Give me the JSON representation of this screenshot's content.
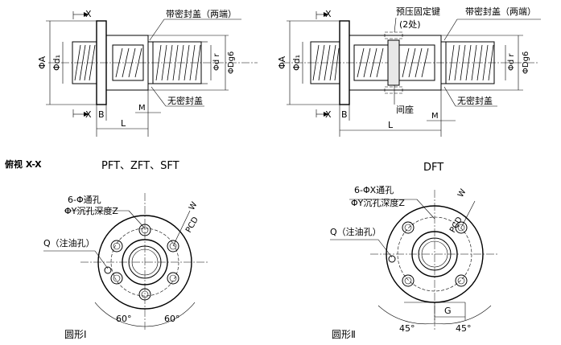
{
  "section_top": {
    "view_label": "X",
    "view_label_bottom": "X"
  },
  "left_side_view": {
    "dim_phiA": "ΦA",
    "dim_phid1": "Φd₁",
    "dim_phidr": "Φd r",
    "dim_phiDg6": "ΦDg6",
    "dim_B": "B",
    "dim_L": "L",
    "dim_M": "M",
    "seal_cover_both": "带密封盖（两端）",
    "no_seal_cover": "无密封盖"
  },
  "right_side_view": {
    "dim_phiA": "ΦA",
    "dim_phid1": "Φd₁",
    "dim_phidr": "Φd r",
    "dim_phiDg6": "ΦDg6",
    "dim_B": "B",
    "dim_L": "L",
    "dim_M": "M",
    "preload_key": "预压固定键",
    "preload_key_count": "(2处)",
    "seal_cover_both": "带密封盖（两端）",
    "no_seal_cover": "无密封盖",
    "spacer": "间座"
  },
  "top_view_title": "俯视 X-X",
  "left_model_label": "PFT、ZFT、SFT",
  "right_model_label": "DFT",
  "front_left": {
    "hole_note_1": "6-Φ通孔",
    "hole_note_2": "ΦY沉孔深度Z",
    "oil_hole": "Q（注油孔）",
    "pcd": "PCD",
    "w": "W",
    "angle_1": "60°",
    "angle_2": "60°",
    "caption": "圆形Ⅰ"
  },
  "front_right": {
    "hole_note_1": "6-ΦX通孔",
    "hole_note_2": "ΦY沉孔深度Z",
    "oil_hole": "Q（注油孔）",
    "pcd": "PCD",
    "w": "W",
    "dim_G": "G",
    "angle_1": "45°",
    "angle_2": "45°",
    "caption": "圆形Ⅱ"
  }
}
